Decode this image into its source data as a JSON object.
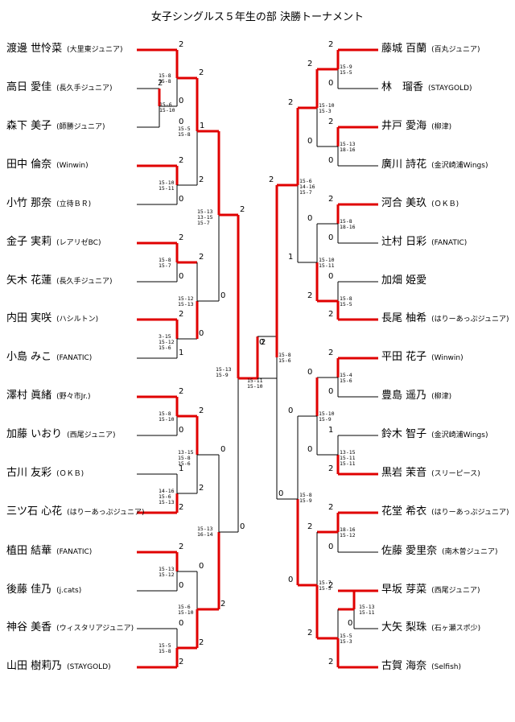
{
  "title": "女子シングルス５年生の部 決勝トーナメント",
  "left_players": [
    {
      "name": "渡邊 世怜菜",
      "club": "(大里東ジュニア)"
    },
    {
      "name": "高日 愛佳",
      "club": "(長久手ジュニア)"
    },
    {
      "name": "森下 美子",
      "club": "(師勝ジュニア)"
    },
    {
      "name": "田中 倫奈",
      "club": "(Winwin)"
    },
    {
      "name": "小竹 那奈",
      "club": "(立待ＢＲ)"
    },
    {
      "name": "金子 実莉",
      "club": "(レアリゼBC)"
    },
    {
      "name": "矢木 花蓮",
      "club": "(長久手ジュニア)"
    },
    {
      "name": "内田 実咲",
      "club": "(ハシルトン)"
    },
    {
      "name": "小島 みこ",
      "club": "(FANATIC)"
    },
    {
      "name": "澤村 眞緒",
      "club": "(野々市Jr.)"
    },
    {
      "name": "加藤 いおり",
      "club": "(西尾ジュニア)"
    },
    {
      "name": "古川 友彩",
      "club": "(ＯＫＢ)"
    },
    {
      "name": "三ツ石 心花",
      "club": "(はりーあっぷジュニア)"
    },
    {
      "name": "植田 結華",
      "club": "(FANATIC)"
    },
    {
      "name": "後藤 佳乃",
      "club": "(j.cats)"
    },
    {
      "name": "神谷 美香",
      "club": "(ウィスタリアジュニア)"
    },
    {
      "name": "山田 樹莉乃",
      "club": "(STAYGOLD)"
    }
  ],
  "right_players": [
    {
      "name": "藤城 百蘭",
      "club": "(百丸ジュニア)"
    },
    {
      "name": "林　瑠香",
      "club": "(STAYGOLD)"
    },
    {
      "name": "井戸 愛海",
      "club": "(柳津)"
    },
    {
      "name": "廣川 詩花",
      "club": "(金沢崎浦Wings)"
    },
    {
      "name": "河合 美玖",
      "club": "(ＯＫＢ)"
    },
    {
      "name": "辻村 日彩",
      "club": "(FANATIC)"
    },
    {
      "name": "加畑 姫愛",
      "club": ""
    },
    {
      "name": "長尾 柚希",
      "club": "(はりーあっぷジュニア)"
    },
    {
      "name": "平田 花子",
      "club": "(Winwin)"
    },
    {
      "name": "豊島 遥乃",
      "club": "(柳津)"
    },
    {
      "name": "鈴木 智子",
      "club": "(金沢崎浦Wings)"
    },
    {
      "name": "黒岩 茉音",
      "club": "(スリーピース)"
    },
    {
      "name": "花堂 希衣",
      "club": "(はりーあっぷジュニア)"
    },
    {
      "name": "佐藤 愛里奈",
      "club": "(南木曽ジュニア)"
    },
    {
      "name": "早坂 芽菜",
      "club": "(西尾ジュニア)"
    },
    {
      "name": "大矢 梨珠",
      "club": "(石ヶ瀬スポ少)"
    },
    {
      "name": "古賀 海奈",
      "club": "(Selfish)"
    }
  ],
  "scores": {
    "L1": "2",
    "L2": "2",
    "L3": "0",
    "L4": "2",
    "L5": "0",
    "L6": "2",
    "L7": "0",
    "L8": "2",
    "L9": "1",
    "L10": "2",
    "L11": "0",
    "L12": "1",
    "L13": "2",
    "L14": "2",
    "L15": "0",
    "L16": "0",
    "L17": "2",
    "L23a": "2",
    "L23b": "0",
    "Lr2a": "2",
    "Lr2b": "2",
    "Lr2c": "2",
    "Lr2d": "0",
    "Lr2e": "2",
    "Lr2f": "2",
    "Lr2g": "0",
    "Lr2h": "2",
    "Lr2i": "1",
    "Lr2j": "0",
    "Lr2k": "0",
    "Lr2l": "2",
    "Lr3a": "2",
    "Lr3b": "0",
    "Lr4a": "0",
    "Lr4b": "2",
    "R1": "2",
    "R2": "0",
    "R3": "2",
    "R4": "0",
    "R5": "2",
    "R6": "0",
    "R7": "0",
    "R8": "2",
    "R9": "2",
    "R10": "0",
    "R11": "1",
    "R12": "2",
    "R13": "2",
    "R14": "0",
    "R15": "2",
    "R16": "0",
    "R17": "2",
    "R1516a": "2",
    "R1516b": "0",
    "Rr2a": "2",
    "Rr2b": "0",
    "Rr2c": "0",
    "Rr2d": "2",
    "Rr2e": "0",
    "Rr2f": "0",
    "Rr2g": "2",
    "Rr2h": "2",
    "Rr2i": "2",
    "Rr3a": "2",
    "Rr3b": "1",
    "Rr3c": "0",
    "Rr3d": "0",
    "Ffinal": "2"
  },
  "details": {
    "d1": "15-8\n15-8",
    "d2": "15-6\n15-10",
    "d3": "15-5\n15-8",
    "d4": "15-10\n15-11",
    "d5": "15-13\n13-15\n15-7",
    "d6": "15-8\n15-7",
    "d7": "15-12\n15-13",
    "d8": "3-15\n15-12\n15-6",
    "d9": "15-13\n15-9",
    "d10": "15-8\n15-10",
    "d11": "13-15\n15-8\n15-6",
    "d12": "14-16\n15-6\n15-13",
    "d13": "15-13\n16-14",
    "d14": "15-13\n15-12",
    "d15": "15-6\n15-10",
    "d16": "15-5\n15-8",
    "dF": "15-11\n15-10",
    "e1": "15-9\n15-5",
    "e2": "15-10\n15-3",
    "e3": "15-13\n18-16",
    "e4": "15-6\n14-16\n15-7",
    "e5": "15-8\n18-16",
    "e6": "15-10\n15-11",
    "e7": "15-8\n15-5",
    "e8": "15-8\n15-6",
    "e9": "15-4\n15-6",
    "e10": "15-10\n15-9",
    "e11": "13-15\n15-11\n15-11",
    "e12": "15-8\n15-9",
    "e13": "18-16\n15-12",
    "e14": "15-7\n15-5",
    "e15": "15-13\n15-11",
    "e16": "15-5\n15-3"
  },
  "colors": {
    "winner_line": "#e00000",
    "line": "#000000"
  }
}
